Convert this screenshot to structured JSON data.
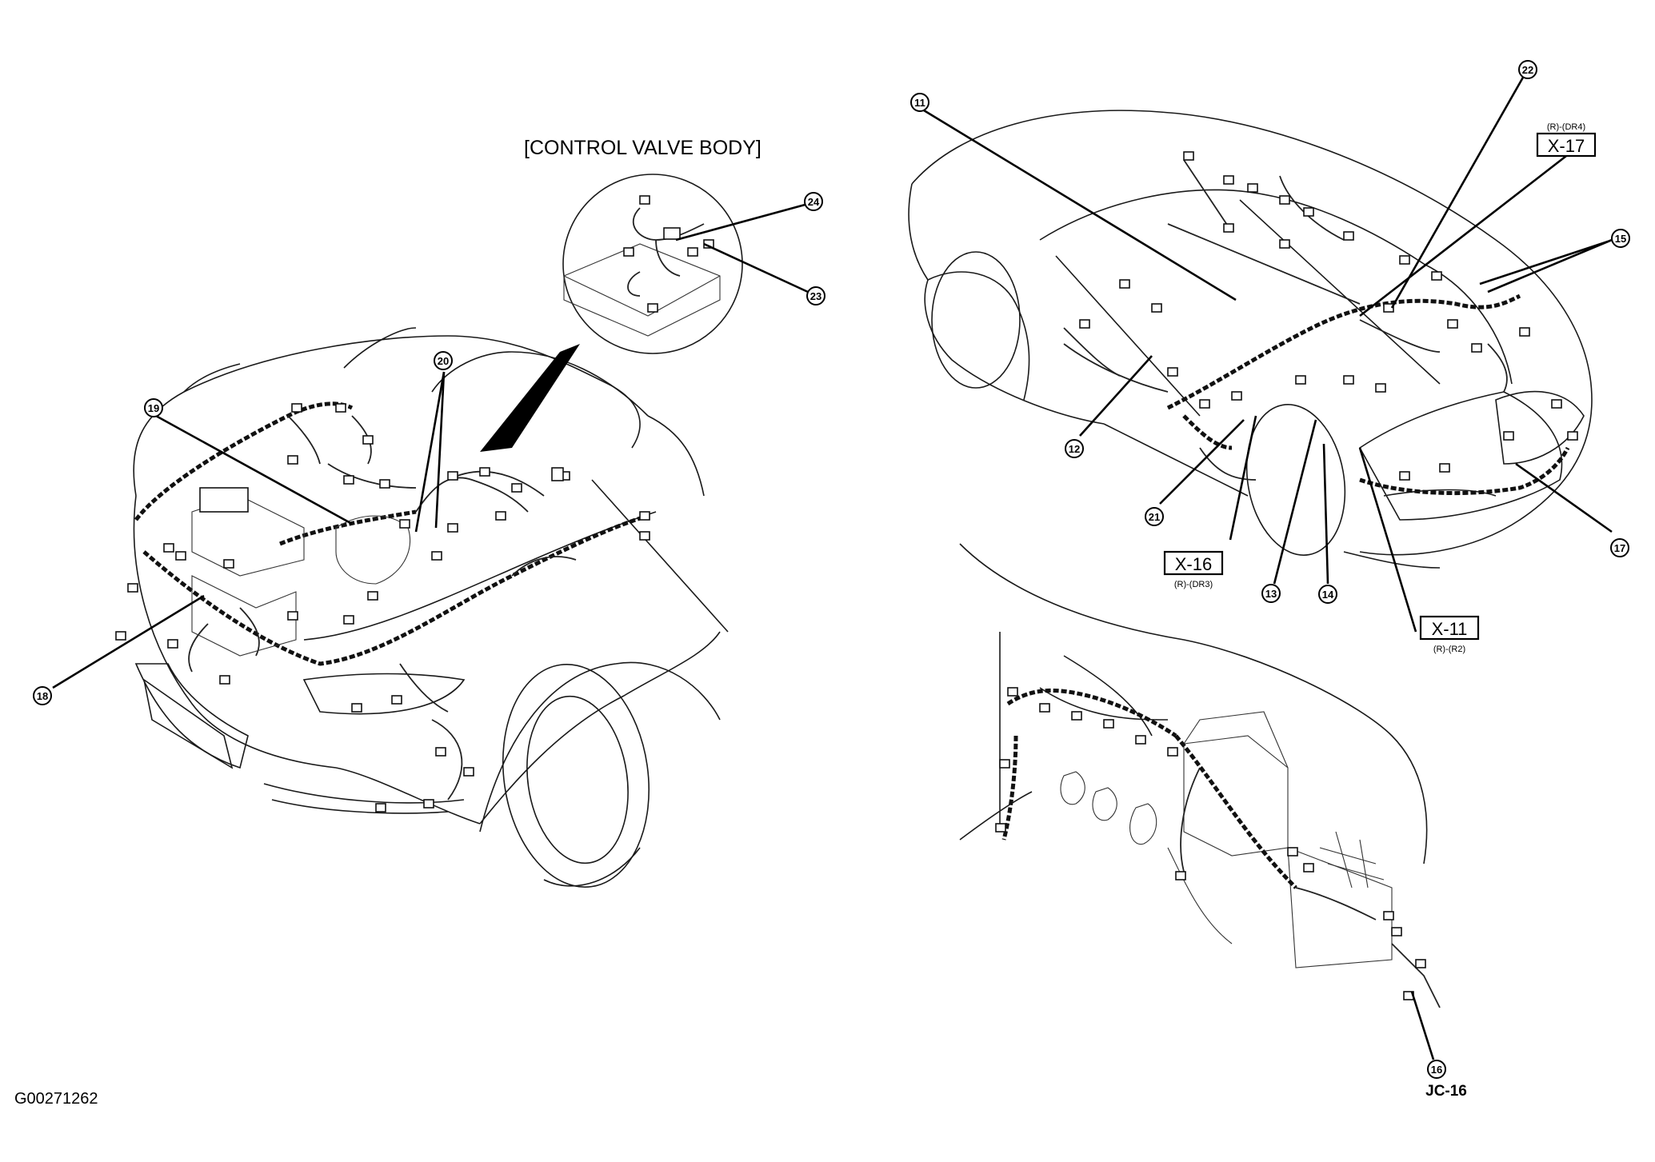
{
  "title": "[CONTROL VALVE BODY]",
  "figure_id": "G00271262",
  "callouts": [
    "11",
    "12",
    "13",
    "14",
    "15",
    "16",
    "17",
    "18",
    "19",
    "20",
    "21",
    "22",
    "23",
    "24"
  ],
  "connector_boxes": [
    {
      "code": "X-17",
      "sub": "(R)-(DR4)"
    },
    {
      "code": "X-16",
      "sub": "(R)-(DR3)"
    },
    {
      "code": "X-11",
      "sub": "(R)-(R2)"
    }
  ],
  "jc_label": "JC-16"
}
